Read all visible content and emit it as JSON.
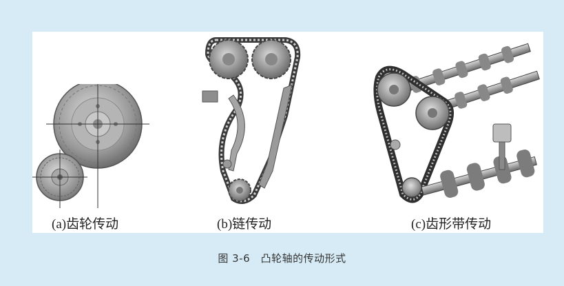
{
  "figures": [
    {
      "label": "(a)齿轮传动",
      "icon": "gear-drive-illustration"
    },
    {
      "label": "(b)链传动",
      "icon": "chain-drive-illustration"
    },
    {
      "label": "(c)齿形带传动",
      "icon": "toothed-belt-drive-illustration"
    }
  ],
  "caption": "图 3-6　凸轮轴的传动形式"
}
